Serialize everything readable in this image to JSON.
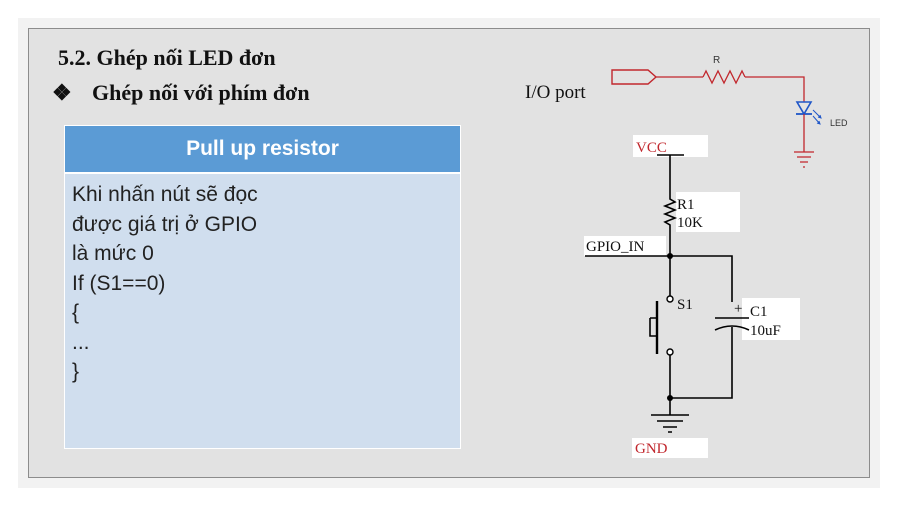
{
  "slide": {
    "title": "5.2. Ghép nối LED đơn",
    "bullet": "❖",
    "subtitle": "Ghép nối với phím đơn"
  },
  "card": {
    "header": "Pull up resistor",
    "lines": [
      "Khi nhấn nút sẽ đọc",
      "được giá trị ở GPIO",
      "là mức 0",
      "If (S1==0)",
      "{",
      "...",
      "}"
    ]
  },
  "led_circuit": {
    "port_label": "I/O port",
    "resistor_label": "R",
    "led_label": "LED"
  },
  "switch_circuit": {
    "vcc_label": "VCC",
    "r1_name": "R1",
    "r1_value": "10K",
    "gpio_label": "GPIO_IN",
    "s1_label": "S1",
    "c1_polarity": "+",
    "c1_name": "C1",
    "c1_value": "10uF",
    "gnd_label": "GND"
  },
  "colors": {
    "card_header": "#5b9bd5",
    "card_body": "#d0deee",
    "led_wire": "#c1272d",
    "led_body": "#1f56c8"
  }
}
